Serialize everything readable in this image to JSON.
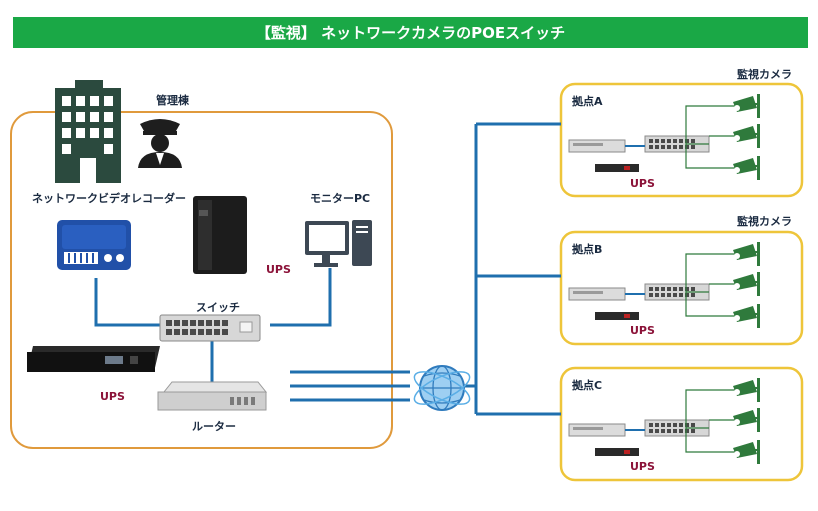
{
  "title": "【監視】 ネットワークカメラのPOEスイッチ",
  "hq": {
    "building_label": "管理棟",
    "nvr_label": "ネットワークビデオレコーダー",
    "monitor_label": "モニターPC",
    "switch_label": "スイッチ",
    "router_label": "ルーター",
    "ups_label": "UPS"
  },
  "sites": [
    {
      "name": "拠点A",
      "camera_label": "監視カメラ",
      "ups_label": "UPS"
    },
    {
      "name": "拠点B",
      "camera_label": "監視カメラ",
      "ups_label": "UPS"
    },
    {
      "name": "拠点C",
      "camera_label": "",
      "ups_label": "UPS"
    }
  ],
  "colors": {
    "title_bg": "#1aa846",
    "hq_border": "#e09a3c",
    "site_border": "#eec53a",
    "link_blue": "#1f6fae",
    "camera_green": "#2f7a3c",
    "ups_text": "#8b1238"
  }
}
